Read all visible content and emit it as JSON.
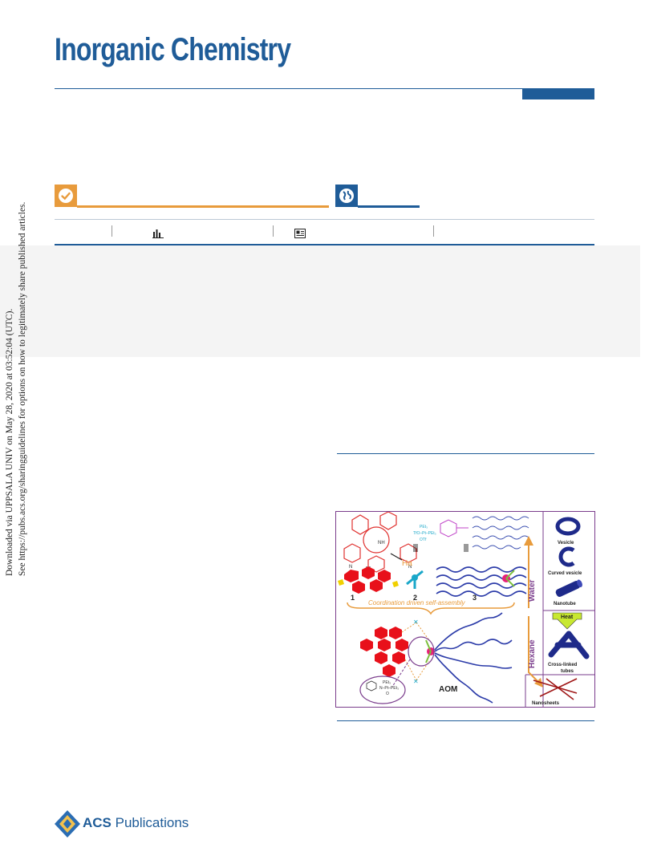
{
  "journal": {
    "title": "Inorganic Chemistry"
  },
  "download_note": {
    "line1": "Downloaded via UPPSALA UNIV on May 28, 2020 at 03:52:04 (UTC).",
    "line2": "See https://pubs.acs.org/sharingguidelines for options on how to legitimately share published articles."
  },
  "figure": {
    "labels": {
      "ha": "Ha",
      "n1": "1",
      "n2": "2",
      "n3": "3",
      "assembly": "Coordination driven self-assembly",
      "water": "Water",
      "hexane": "Hexane",
      "aom": "AOM",
      "vesicle": "Vesicle",
      "curved_vesicle": "Curved vesicle",
      "nanotube": "Nanotube",
      "heat": "Heat",
      "cross_linked": "Cross-linked",
      "tubes": "tubes",
      "nanosheets": "Nanosheets"
    }
  },
  "footer": {
    "brand_bold": "ACS",
    "brand_rest": " Publications"
  },
  "colors": {
    "brand_blue": "#1f5c98",
    "accent_orange": "#e89b3c",
    "figure_purple": "#7a3c8c"
  }
}
